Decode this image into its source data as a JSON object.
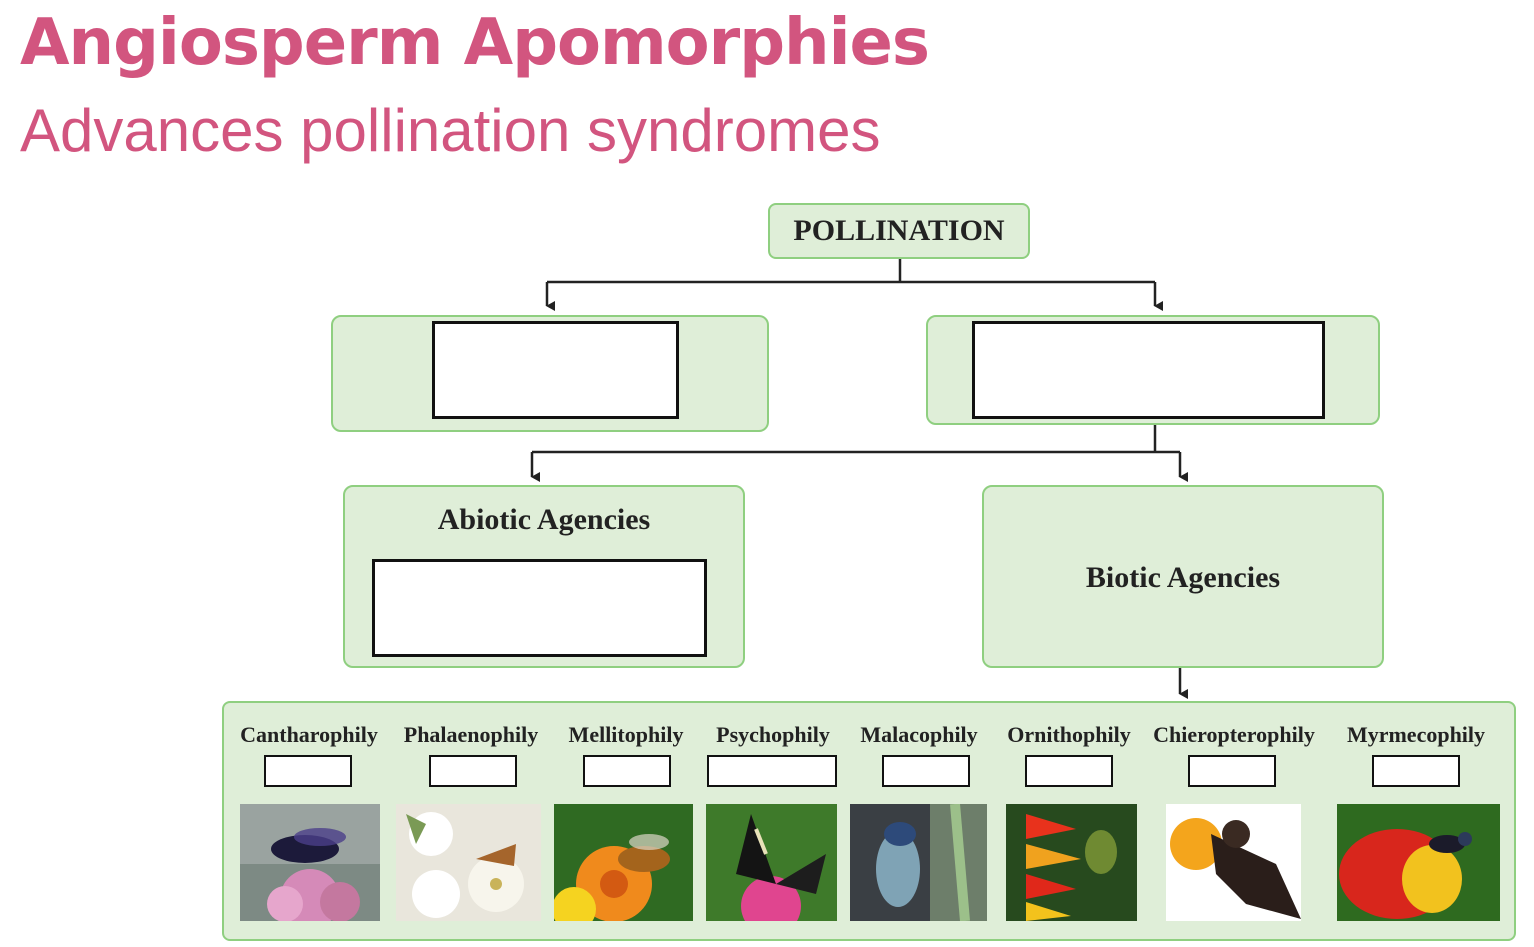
{
  "title": "Angiosperm Apomorphies",
  "subtitle": "Advances pollination syndromes",
  "diagram": {
    "root": "POLLINATION",
    "abiotic": "Abiotic Agencies",
    "biotic": "Biotic Agencies",
    "categories": [
      {
        "label": "Cantharophily",
        "icon": "beetle-on-thistle-photo"
      },
      {
        "label": "Phalaenophily",
        "icon": "moth-on-white-flowers-photo"
      },
      {
        "label": "Mellitophily",
        "icon": "bee-on-flower-photo"
      },
      {
        "label": "Psychophily",
        "icon": "butterfly-on-zinnia-photo"
      },
      {
        "label": "Malacophily",
        "icon": "snail-on-plant-photo"
      },
      {
        "label": "Ornithophily",
        "icon": "bird-on-heliconia-photo"
      },
      {
        "label": "Chieropterophily",
        "icon": "bat-with-flower-photo"
      },
      {
        "label": "Myrmecophily",
        "icon": "ant-on-red-flower-photo"
      }
    ]
  },
  "colors": {
    "title": "#d2557f",
    "box_fill": "#dfeed8",
    "box_border": "#8fcf80",
    "connector": "#222222"
  }
}
